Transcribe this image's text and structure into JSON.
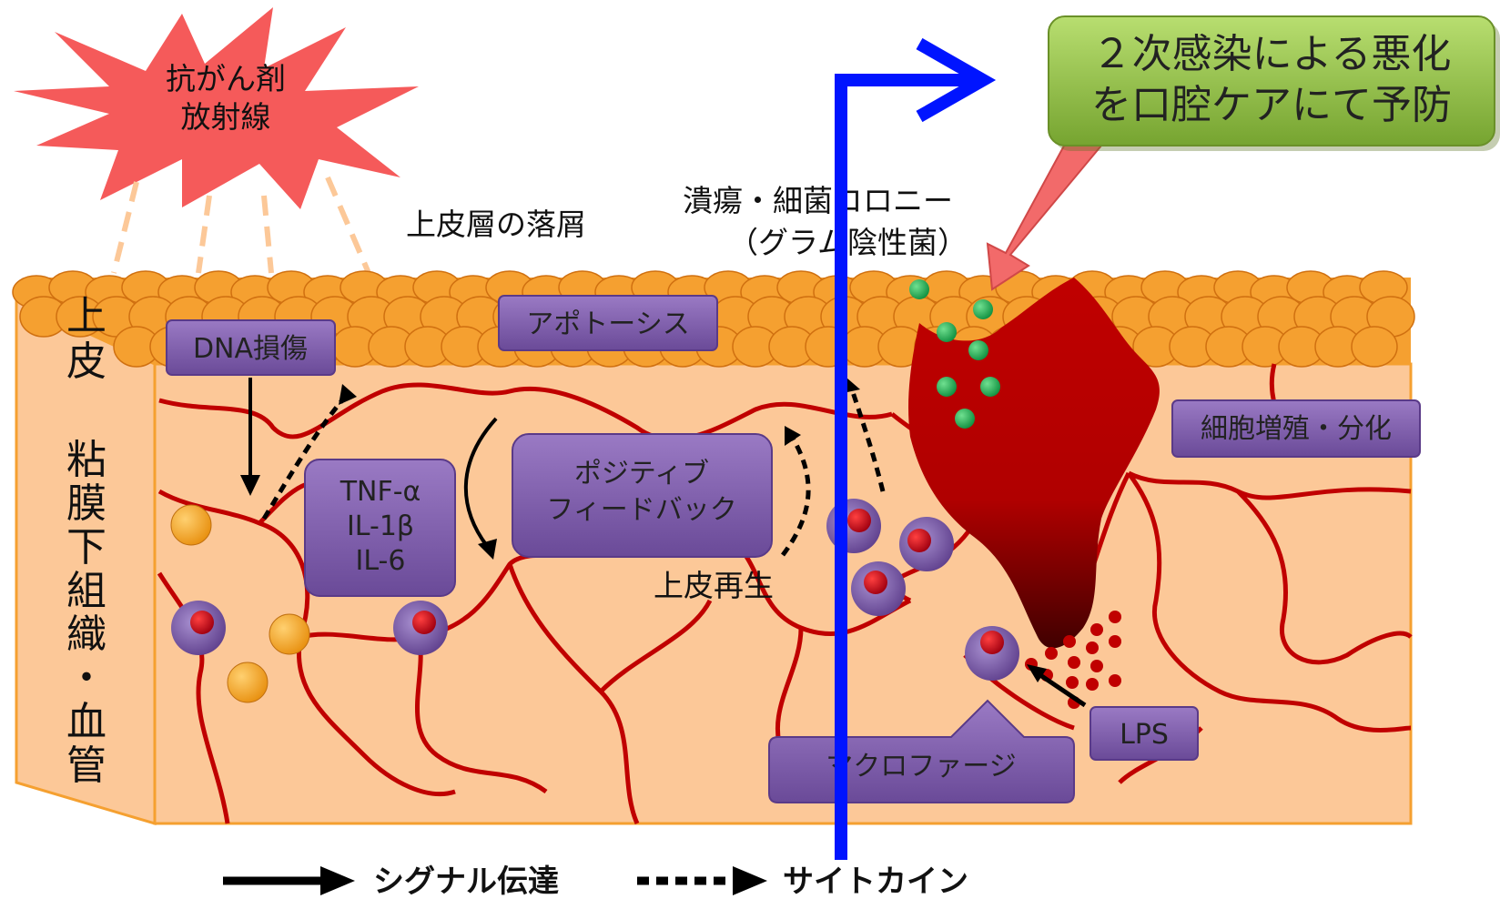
{
  "burst": {
    "line1": "抗がん剤",
    "line2": "放射線"
  },
  "side_label_epithelium": [
    "上",
    "皮"
  ],
  "side_label_submucosa": [
    "粘",
    "膜",
    "下",
    "組",
    "織",
    "・",
    "血",
    "管"
  ],
  "labels": {
    "sloughing": "上皮層の落屑",
    "ulcer_line1": "潰瘍・細菌コロニー",
    "ulcer_line2": "（グラム陰性菌）",
    "regeneration": "上皮再生"
  },
  "boxes": {
    "dna_damage": "DNA損傷",
    "apoptosis": "アポトーシス",
    "cytokines": [
      "TNF-α",
      "IL-1β",
      "IL-6"
    ],
    "positive_feedback": [
      "ポジティブ",
      "フィードバック"
    ],
    "proliferation": "細胞増殖・分化",
    "lps": "LPS",
    "macrophage": "マクロファージ"
  },
  "callout": {
    "line1": "２次感染による悪化",
    "line2": "を口腔ケアにて予防"
  },
  "legend": {
    "signal": "シグナル伝達",
    "cytokine": "サイトカイン"
  },
  "colors": {
    "burst": "#f55a5a",
    "tissue": "#fcc898",
    "epithelium": "#f5a030",
    "vessel": "#c00000",
    "box": "#7a5aa8",
    "callout": "#8ab840",
    "arrow_blue": "#0014ff",
    "ulcer": "#a00000"
  }
}
